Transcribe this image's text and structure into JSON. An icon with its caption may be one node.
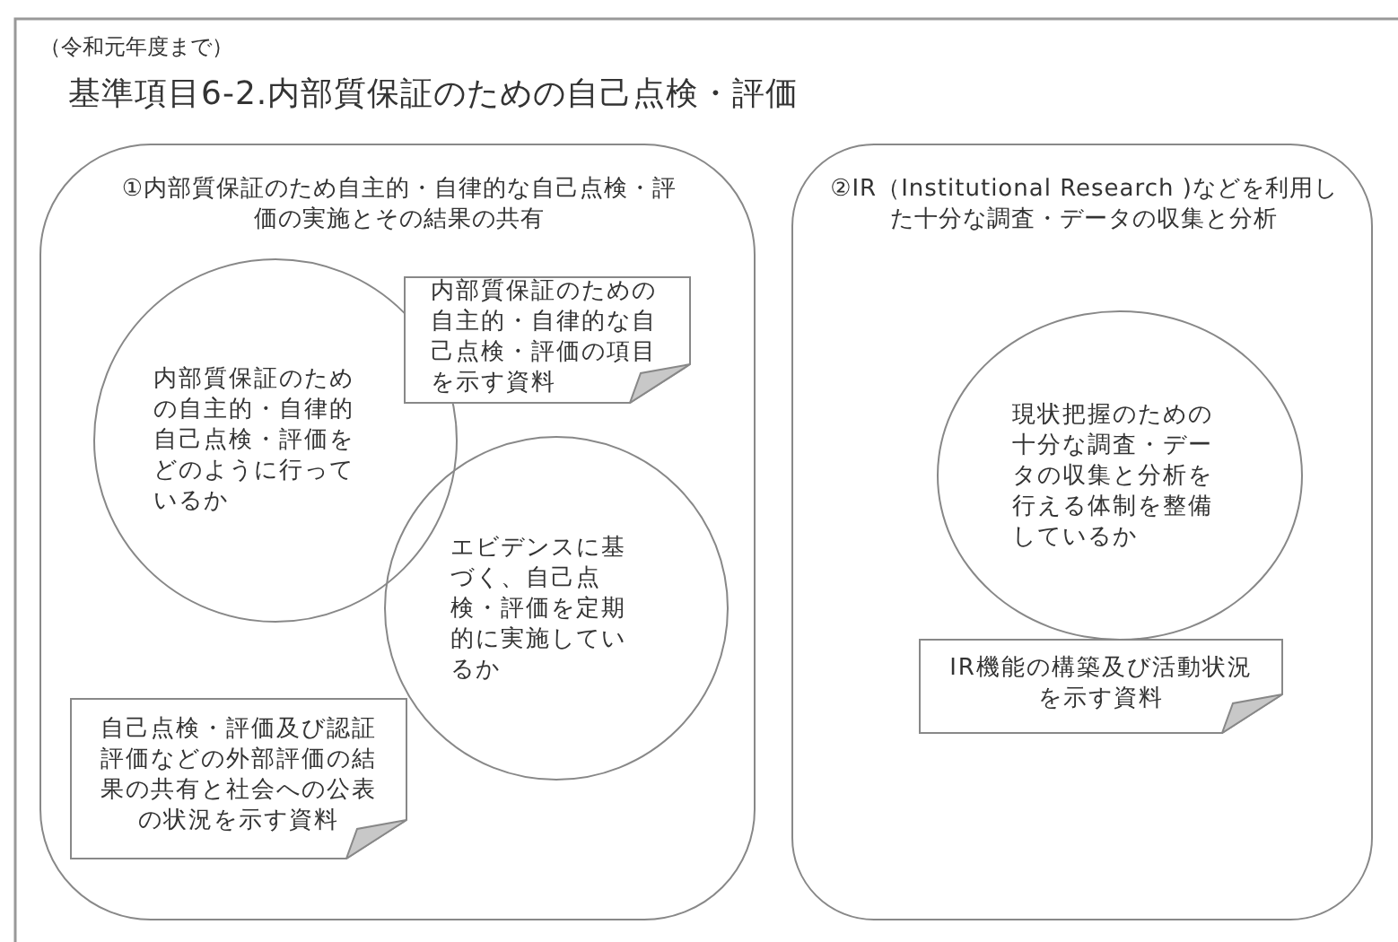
{
  "diagram": {
    "title": "基準項目6-2.内部質保証のための自己点検・評価",
    "nodes": [
      {
        "text": [
          "①内部質保証のため自主的・自律的な自己点検・評価の実施とその結果の共有"
        ]
      },
      {
        "text": [
          "内部質保証のための自主的・自律的な自己点検・評価の項目を示す資料"
        ],
        "in": 0
      },
      {
        "text": [
          "内部質保証のための自主的・自律的自己点検・評価をどのように行っているか"
        ],
        "in": 0
      },
      {
        "text": [
          "エビデンスに基づく、自己点検・評価を定期的に実施しているか"
        ],
        "in": 0
      },
      {
        "text": [
          "自己点検・評価及び認証評価などの外部評価の結果の共有と社会への公表の状況を示す資料"
        ],
        "in": 0
      },
      {
        "text": [
          "②IR（Institutional Research )などを利用した十分な調査・データの収集と分析"
        ]
      },
      {
        "text": [
          "現状把握のための十分な調査・データの収集と分析を行える体制を整備しているか"
        ],
        "in": 5
      },
      {
        "text": [
          "IR機能の構築及び活動状況を示す資料"
        ],
        "in": 5
      }
    ],
    "labels": [
      "（令和元年度まで）"
    ]
  }
}
